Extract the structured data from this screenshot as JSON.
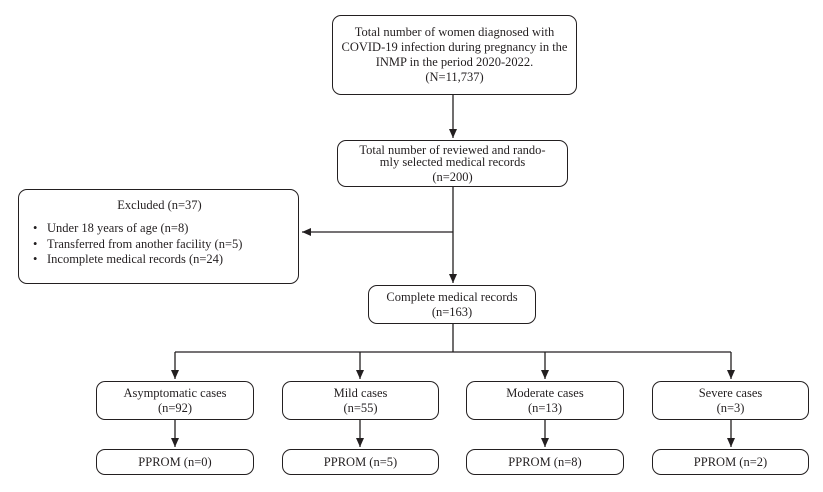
{
  "top_box": {
    "lines": [
      "Total number of women diagnosed with",
      "COVID-19 infection during pregnancy in the",
      "INMP in the period 2020-2022.",
      "(N=11,737)"
    ]
  },
  "reviewed_box": {
    "lines": [
      "Total number of reviewed and rando-",
      "mly selected medical records",
      "(n=200)"
    ]
  },
  "excluded_box": {
    "title": "Excluded (n=37)",
    "items": [
      "Under 18 years of age (n=8)",
      "Transferred from another facility (n=5)",
      "Incomplete medical records (n=24)"
    ]
  },
  "complete_box": {
    "lines": [
      "Complete medical records",
      "(n=163)"
    ]
  },
  "categories": [
    {
      "label": "Asymptomatic cases",
      "count": "(n=92)",
      "pprom": "PPROM (n=0)"
    },
    {
      "label": "Mild cases",
      "count": "(n=55)",
      "pprom": "PPROM (n=5)"
    },
    {
      "label": "Moderate cases",
      "count": "(n=13)",
      "pprom": "PPROM (n=8)"
    },
    {
      "label": "Severe cases",
      "count": "(n=3)",
      "pprom": "PPROM (n=2)"
    }
  ]
}
